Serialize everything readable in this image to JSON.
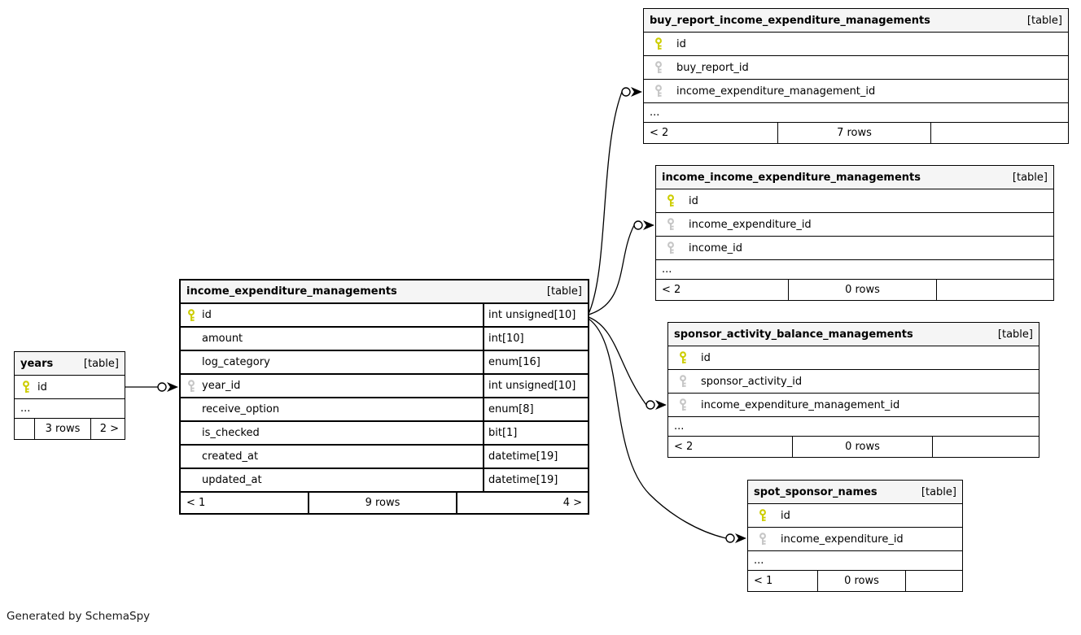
{
  "app": {
    "footer_note": "Generated by SchemaSpy"
  },
  "colors": {
    "primary_key": "#cdcd00",
    "foreign_key": "#c6c6c6",
    "header_bg": "#f5f5f5",
    "border": "#000000"
  },
  "tables": {
    "years": {
      "name": "years",
      "type_label": "[table]",
      "ellipsis": "...",
      "columns": [
        {
          "name": "id",
          "key": "primary"
        }
      ],
      "footer": {
        "parents": "",
        "rows": "3 rows",
        "children": "2 >"
      }
    },
    "income_expenditure_managements": {
      "name": "income_expenditure_managements",
      "type_label": "[table]",
      "columns": [
        {
          "name": "id",
          "type": "int unsigned[10]",
          "key": "primary"
        },
        {
          "name": "amount",
          "type": "int[10]",
          "key": ""
        },
        {
          "name": "log_category",
          "type": "enum[16]",
          "key": ""
        },
        {
          "name": "year_id",
          "type": "int unsigned[10]",
          "key": "foreign"
        },
        {
          "name": "receive_option",
          "type": "enum[8]",
          "key": ""
        },
        {
          "name": "is_checked",
          "type": "bit[1]",
          "key": ""
        },
        {
          "name": "created_at",
          "type": "datetime[19]",
          "key": ""
        },
        {
          "name": "updated_at",
          "type": "datetime[19]",
          "key": ""
        }
      ],
      "footer": {
        "parents": "< 1",
        "rows": "9 rows",
        "children": "4 >"
      }
    },
    "buy_report_income_expenditure_managements": {
      "name": "buy_report_income_expenditure_managements",
      "type_label": "[table]",
      "ellipsis": "...",
      "columns": [
        {
          "name": "id",
          "key": "primary"
        },
        {
          "name": "buy_report_id",
          "key": "foreign"
        },
        {
          "name": "income_expenditure_management_id",
          "key": "foreign"
        }
      ],
      "footer": {
        "parents": "< 2",
        "rows": "7 rows",
        "children": ""
      }
    },
    "income_income_expenditure_managements": {
      "name": "income_income_expenditure_managements",
      "type_label": "[table]",
      "ellipsis": "...",
      "columns": [
        {
          "name": "id",
          "key": "primary"
        },
        {
          "name": "income_expenditure_id",
          "key": "foreign"
        },
        {
          "name": "income_id",
          "key": "foreign"
        }
      ],
      "footer": {
        "parents": "< 2",
        "rows": "0 rows",
        "children": ""
      }
    },
    "sponsor_activity_balance_managements": {
      "name": "sponsor_activity_balance_managements",
      "type_label": "[table]",
      "ellipsis": "...",
      "columns": [
        {
          "name": "id",
          "key": "primary"
        },
        {
          "name": "sponsor_activity_id",
          "key": "foreign"
        },
        {
          "name": "income_expenditure_management_id",
          "key": "foreign"
        }
      ],
      "footer": {
        "parents": "< 2",
        "rows": "0 rows",
        "children": ""
      }
    },
    "spot_sponsor_names": {
      "name": "spot_sponsor_names",
      "type_label": "[table]",
      "ellipsis": "...",
      "columns": [
        {
          "name": "id",
          "key": "primary"
        },
        {
          "name": "income_expenditure_id",
          "key": "foreign"
        }
      ],
      "footer": {
        "parents": "< 1",
        "rows": "0 rows",
        "children": ""
      }
    }
  },
  "relationships": [
    {
      "fk_table": "income_expenditure_managements",
      "fk_column": "year_id",
      "pk_table": "years",
      "pk_column": "id"
    },
    {
      "fk_table": "buy_report_income_expenditure_managements",
      "fk_column": "income_expenditure_management_id",
      "pk_table": "income_expenditure_managements",
      "pk_column": "id"
    },
    {
      "fk_table": "income_income_expenditure_managements",
      "fk_column": "income_expenditure_id",
      "pk_table": "income_expenditure_managements",
      "pk_column": "id"
    },
    {
      "fk_table": "sponsor_activity_balance_managements",
      "fk_column": "income_expenditure_management_id",
      "pk_table": "income_expenditure_managements",
      "pk_column": "id"
    },
    {
      "fk_table": "spot_sponsor_names",
      "fk_column": "income_expenditure_id",
      "pk_table": "income_expenditure_managements",
      "pk_column": "id"
    }
  ]
}
